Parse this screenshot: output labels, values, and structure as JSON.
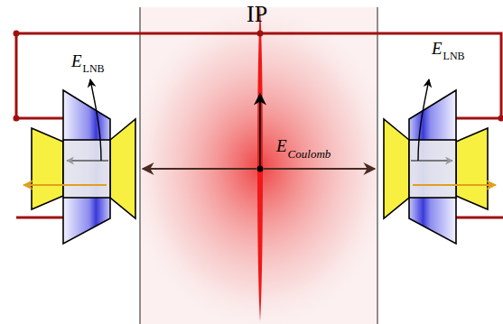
{
  "diagram": {
    "labels": [
      "IP",
      "E",
      "LNB",
      "E",
      "LNB",
      "E",
      "Coulomb"
    ]
  }
}
